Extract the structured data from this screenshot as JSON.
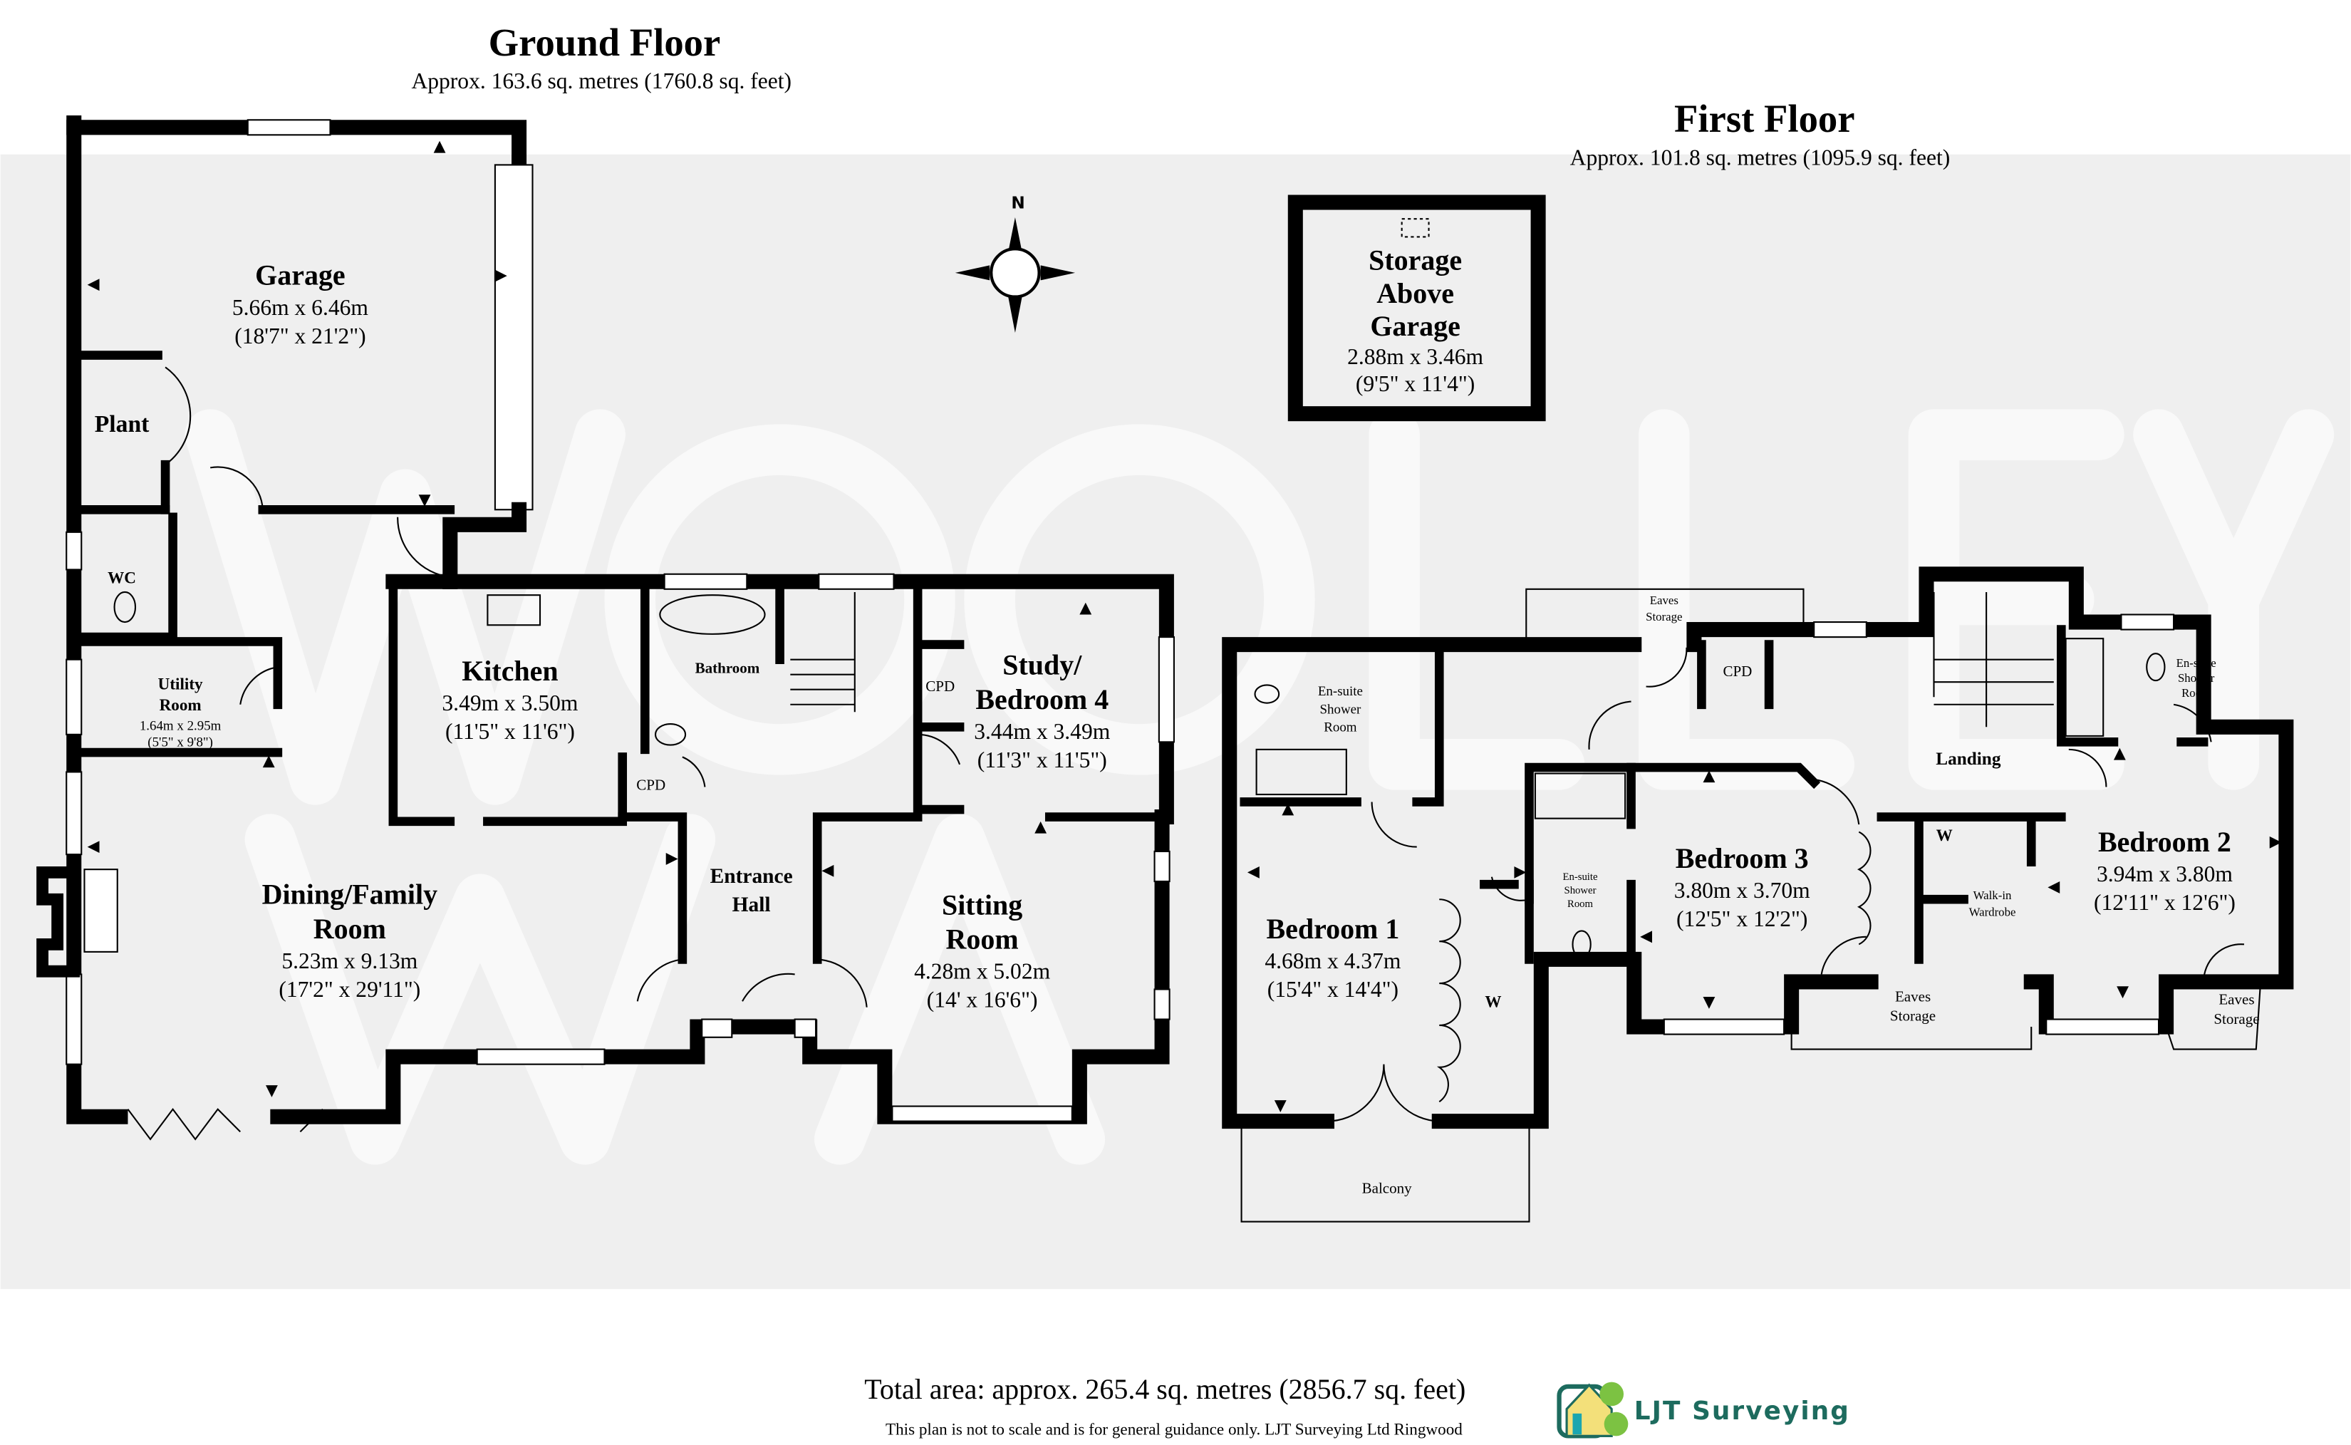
{
  "ground_floor": {
    "title": "Ground Floor",
    "area": "Approx. 163.6 sq. metres (1760.8 sq. feet)",
    "rooms": {
      "garage": {
        "name": "Garage",
        "metric": "5.66m x 6.46m",
        "imperial": "(18'7\" x 21'2\")"
      },
      "plant": {
        "name": "Plant"
      },
      "wc": {
        "name": "WC"
      },
      "utility": {
        "name1": "Utility",
        "name2": "Room",
        "metric": "1.64m x 2.95m",
        "imperial": "(5'5\" x 9'8\")"
      },
      "kitchen": {
        "name": "Kitchen",
        "metric": "3.49m x 3.50m",
        "imperial": "(11'5\" x 11'6\")"
      },
      "bathroom": {
        "name": "Bathroom"
      },
      "study": {
        "name1": "Study/",
        "name2": "Bedroom 4",
        "metric": "3.44m x 3.49m",
        "imperial": "(11'3\" x 11'5\")"
      },
      "cpd_study": {
        "name": "CPD"
      },
      "cpd_hall": {
        "name": "CPD"
      },
      "hall": {
        "name1": "Entrance",
        "name2": "Hall"
      },
      "dining": {
        "name1": "Dining/Family",
        "name2": "Room",
        "metric": "5.23m x 9.13m",
        "imperial": "(17'2\" x 29'11\")"
      },
      "sitting": {
        "name1": "Sitting",
        "name2": "Room",
        "metric": "4.28m x 5.02m",
        "imperial": "(14' x 16'6\")"
      }
    }
  },
  "first_floor": {
    "title": "First Floor",
    "area": "Approx. 101.8 sq. metres (1095.9 sq. feet)",
    "rooms": {
      "storage_garage": {
        "name1": "Storage",
        "name2": "Above",
        "name3": "Garage",
        "metric": "2.88m x 3.46m",
        "imperial": "(9'5\" x 11'4\")"
      },
      "eaves_top": {
        "name1": "Eaves",
        "name2": "Storage"
      },
      "cpd": {
        "name": "CPD"
      },
      "ensuite1": {
        "name1": "En-suite",
        "name2": "Shower",
        "name3": "Room"
      },
      "ensuite2": {
        "name1": "En-suite",
        "name2": "Shower",
        "name3": "Room"
      },
      "ensuite3": {
        "name1": "En-suite",
        "name2": "Shower",
        "name3": "Room"
      },
      "landing": {
        "name": "Landing"
      },
      "bedroom1": {
        "name": "Bedroom 1",
        "metric": "4.68m x 4.37m",
        "imperial": "(15'4\" x 14'4\")"
      },
      "bedroom2": {
        "name": "Bedroom 2",
        "metric": "3.94m x 3.80m",
        "imperial": "(12'11\" x 12'6\")"
      },
      "bedroom3": {
        "name": "Bedroom 3",
        "metric": "3.80m x 3.70m",
        "imperial": "(12'5\" x 12'2\")"
      },
      "wardrobe_b1": {
        "name": "W"
      },
      "wardrobe_b2": {
        "name": "W"
      },
      "walkin": {
        "name1": "Walk-in",
        "name2": "Wardrobe"
      },
      "eaves_mid": {
        "name1": "Eaves",
        "name2": "Storage"
      },
      "eaves_right": {
        "name1": "Eaves",
        "name2": "Storage"
      },
      "balcony": {
        "name": "Balcony"
      }
    }
  },
  "compass": {
    "north": "N"
  },
  "watermark": "WOOLLEY & WALLIS",
  "footer": {
    "total": "Total area: approx. 265.4 sq. metres (2856.7 sq. feet)",
    "disclaimer": "This plan is not to scale and is for general guidance only. LJT Surveying Ltd Ringwood",
    "logo_text": "LJT Surveying"
  },
  "colors": {
    "band": "#efefef",
    "wall": "#000000",
    "logo_teal": "#1d6b5e",
    "logo_green": "#7cc242"
  }
}
